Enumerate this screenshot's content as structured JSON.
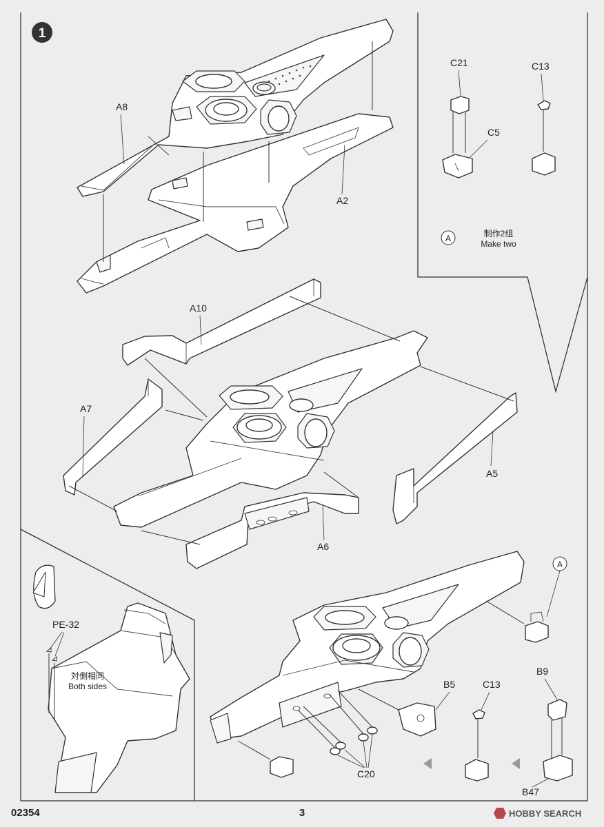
{
  "step": {
    "number": "1"
  },
  "parts": {
    "a8": "A8",
    "a2": "A2",
    "a10": "A10",
    "a7": "A7",
    "a5": "A5",
    "a6": "A6",
    "c21": "C21",
    "c13_top": "C13",
    "c5": "C5",
    "b5": "B5",
    "c13_bottom": "C13",
    "b9": "B9",
    "c20": "C20",
    "b47": "B47",
    "pe32": "PE-32"
  },
  "callout_a": {
    "circle_label": "A",
    "note_cn": "制作2组",
    "note_en": "Make two"
  },
  "callout_a_ref": {
    "circle_label": "A"
  },
  "inset_note": {
    "cn": "対側相同",
    "en": "Both sides"
  },
  "footer": {
    "model_no": "02354",
    "page_no": "3",
    "watermark": "HOBBY SEARCH"
  },
  "colors": {
    "watermark_red": "#b5484f",
    "step_badge": "#333333"
  }
}
